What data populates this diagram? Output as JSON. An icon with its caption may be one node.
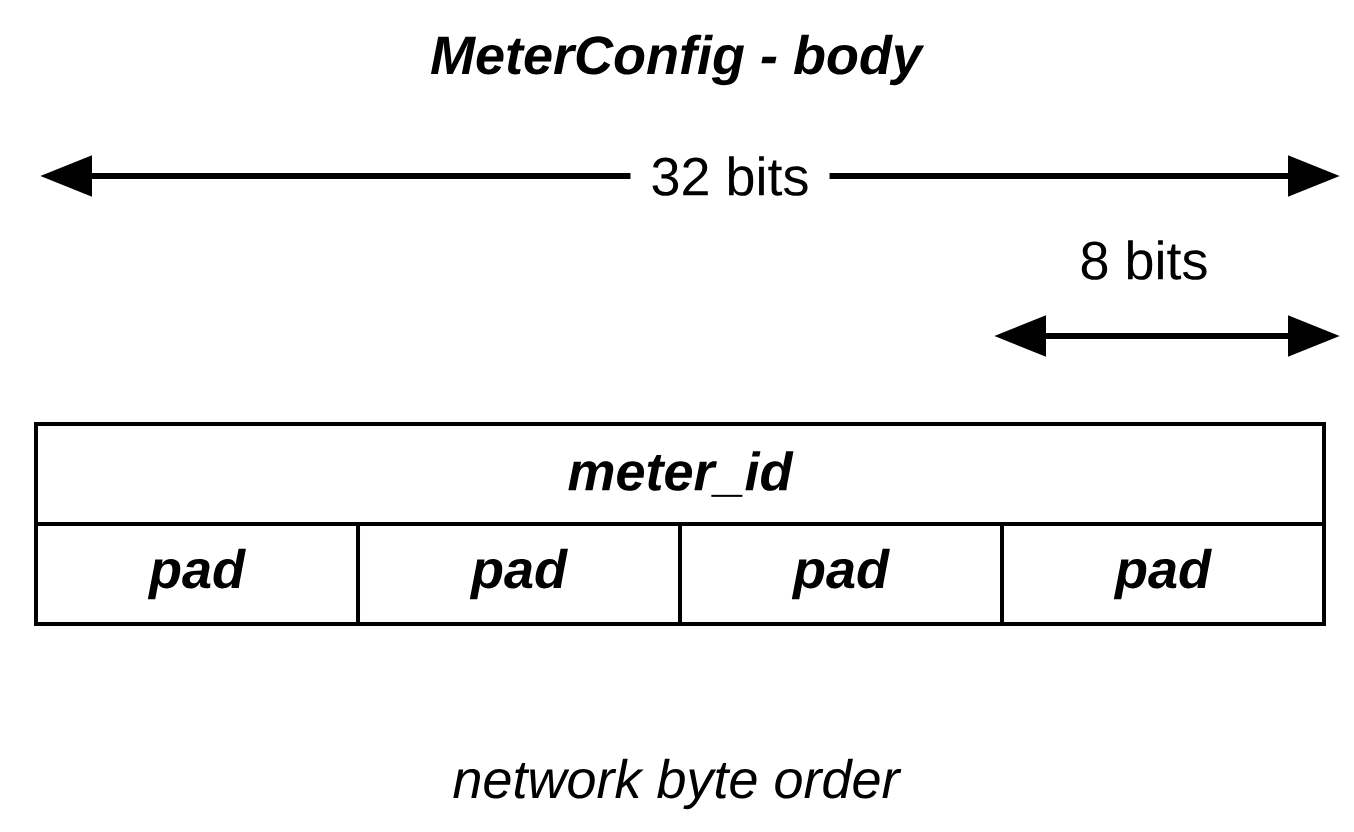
{
  "diagram": {
    "title": "MeterConfig - body",
    "caption": "network byte order",
    "labels": [
      "32 bits",
      "8 bits",
      "meter_id",
      "pad",
      "pad",
      "pad",
      "pad"
    ]
  }
}
